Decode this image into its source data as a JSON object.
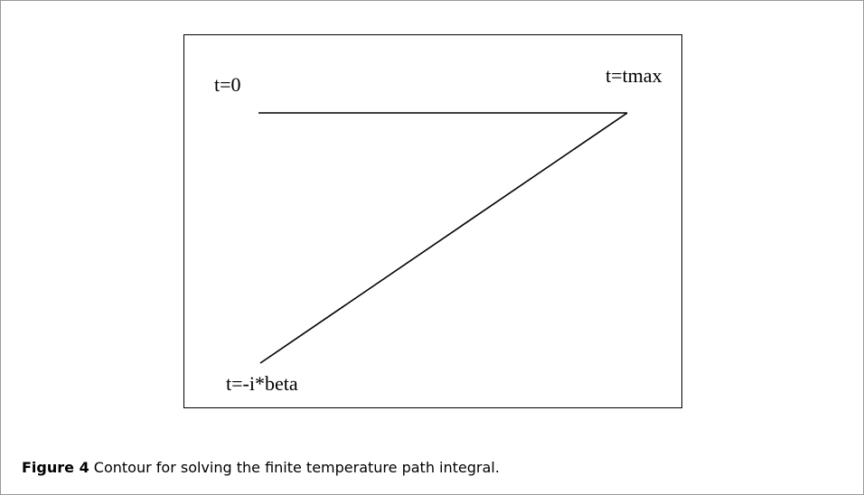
{
  "diagram": {
    "labels": {
      "start": "t=0",
      "end": "t=tmax",
      "imaginary": "t=-i*beta"
    }
  },
  "caption": {
    "label": "Figure 4",
    "text": "Contour for solving the finite temperature path integral."
  }
}
